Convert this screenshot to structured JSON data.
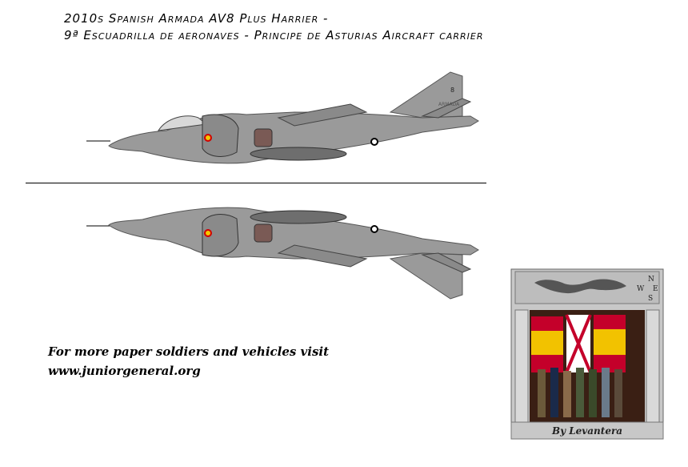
{
  "title": {
    "line1": "2010s Spanish Armada AV8 Plus Harrier -",
    "line2": "9ª Escuadrilla de aeronaves  - Principe de Asturias Aircraft carrier"
  },
  "aircraft": {
    "markings": {
      "armada": "ARMADA",
      "tail_number": "8"
    },
    "colors": {
      "body": "#9a9a9a",
      "shadow": "#6e6e6e",
      "dark": "#4a4a4a",
      "roundel_red": "#d10000",
      "roundel_yellow": "#f4c800"
    }
  },
  "promo": {
    "line1": "For more paper soldiers and vehicles visit",
    "line2": "www.juniorgeneral.org"
  },
  "logo": {
    "compass": {
      "n": "N",
      "s": "S",
      "w": "W",
      "e": "E"
    },
    "caption": "By Levantera"
  }
}
